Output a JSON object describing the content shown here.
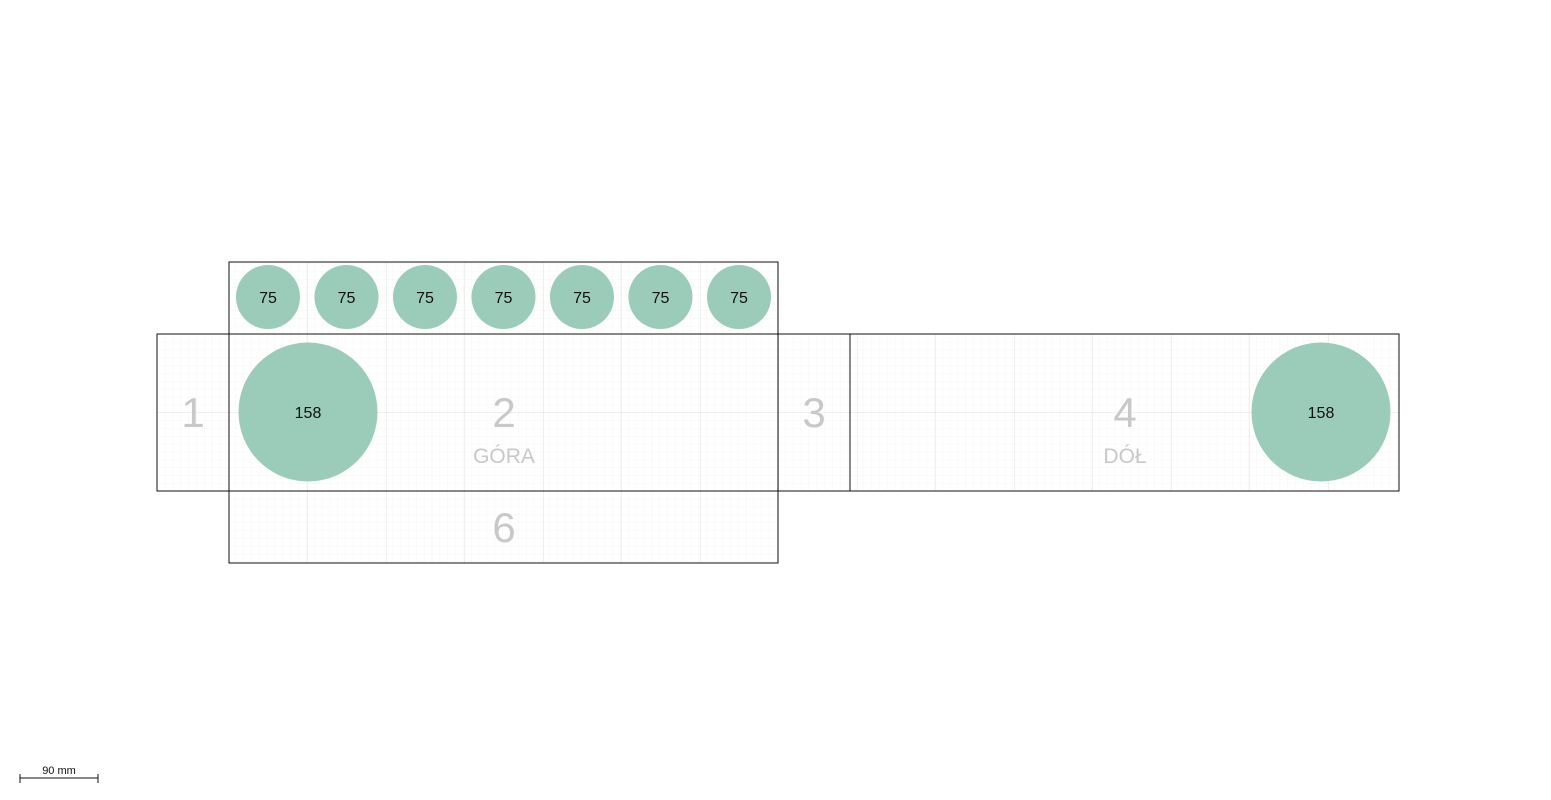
{
  "colors": {
    "circle_fill": "#9bcbb9",
    "panel_outline": "#111111",
    "grid_minor": "#eeeeee",
    "grid_major": "#d9d9d9",
    "panel_text": "#c8c8c8"
  },
  "panels": [
    {
      "id": "1",
      "number": "1",
      "label": ""
    },
    {
      "id": "2",
      "number": "2",
      "label": "GÓRA"
    },
    {
      "id": "3",
      "number": "3",
      "label": ""
    },
    {
      "id": "4",
      "number": "4",
      "label": "DÓŁ"
    },
    {
      "id": "6",
      "number": "6",
      "label": ""
    }
  ],
  "circles": {
    "small": [
      "75",
      "75",
      "75",
      "75",
      "75",
      "75",
      "75"
    ],
    "large_top": "158",
    "large_bottom": "158"
  },
  "scale_bar": {
    "label": "90 mm"
  }
}
